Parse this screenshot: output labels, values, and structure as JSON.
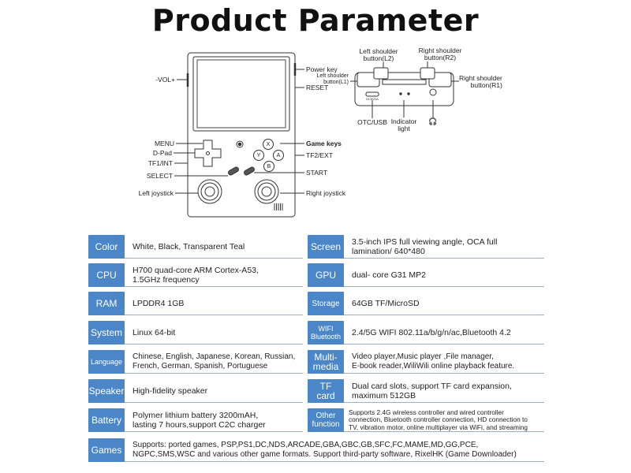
{
  "title": "Product Parameter",
  "device_labels": {
    "vol": "-VOL+",
    "power_key": "Power key",
    "reset": "RESET",
    "menu": "MENU",
    "dpad": "D-Pad",
    "tf1": "TF1/INT",
    "select": "SELECT",
    "left_joystick": "Left joystick",
    "game_keys": "Game keys",
    "tf2": "TF2/EXT",
    "start": "START",
    "right_joystick": "Right joystick",
    "left_shoulder_l2": "Left shoulder\nbutton(L2)",
    "right_shoulder_r2": "Right shoulder\nbutton(R2)",
    "left_shoulder_l1": "Left shoulder\nbutton(L1)",
    "right_shoulder_r1": "Right shoulder\nbutton(R1)",
    "otc_usb": "OTC/USB",
    "indicator_light": "Indicator\nlight",
    "headphone_symbol": "🎧",
    "port_label": "DC5V2A",
    "face_x": "X",
    "face_y": "Y",
    "face_a": "A",
    "face_b": "B"
  },
  "specs": {
    "left": [
      {
        "key": "Color",
        "value": "White, Black, Transparent Teal"
      },
      {
        "key": "CPU",
        "value": "H700 quad-core ARM Cortex-A53,\n1.5GHz frequency"
      },
      {
        "key": "RAM",
        "value": "LPDDR4  1GB"
      },
      {
        "key": "System",
        "value": "Linux 64-bit"
      },
      {
        "key": "Language",
        "value": "Chinese, English, Japanese, Korean, Russian,\nFrench, German, Spanish, Portuguese"
      },
      {
        "key": "Speaker",
        "value": "High-fidelity speaker"
      },
      {
        "key": "Battery",
        "value": "Polymer lithium battery 3200mAH,\nlasting 7  hours,support C2C charger"
      }
    ],
    "right": [
      {
        "key": "Screen",
        "value": "3.5-inch IPS full viewing angle, OCA full\nlamination/ 640*480"
      },
      {
        "key": "GPU",
        "value": "dual- core G31 MP2"
      },
      {
        "key": "Storage",
        "value": "64GB TF/MicroSD"
      },
      {
        "key": "WIFI\nBluetooth",
        "value": "2.4/5G WIFI 802.11a/b/g/n/ac,Bluetooth 4.2"
      },
      {
        "key": "Multi-\nmedia",
        "value": "Video  player,Music player ,File manager,\nE-book reader,WiliWili online playback feature."
      },
      {
        "key": "TF\ncard",
        "value": "Dual card slots, support TF card expansion,\nmaximum 512GB"
      },
      {
        "key": "Other\nfunction",
        "value": "Supports 2.4G wireless controller and wired controller\nconnection, Bluetooth controller connection, HD connection to\nTV, vibration motor, online multiplayer via WiFi, and streaming"
      }
    ],
    "games": {
      "key": "Games",
      "value": "Supports: ported games, PSP,PS1,DC,NDS,ARCADE,GBA,GBC,GB,SFC,FC,MAME,MD,GG,PCE,\nNGPC,SMS,WSC and various other game formats. Support third-party software, RixelHK (Game Downloader)"
    }
  }
}
